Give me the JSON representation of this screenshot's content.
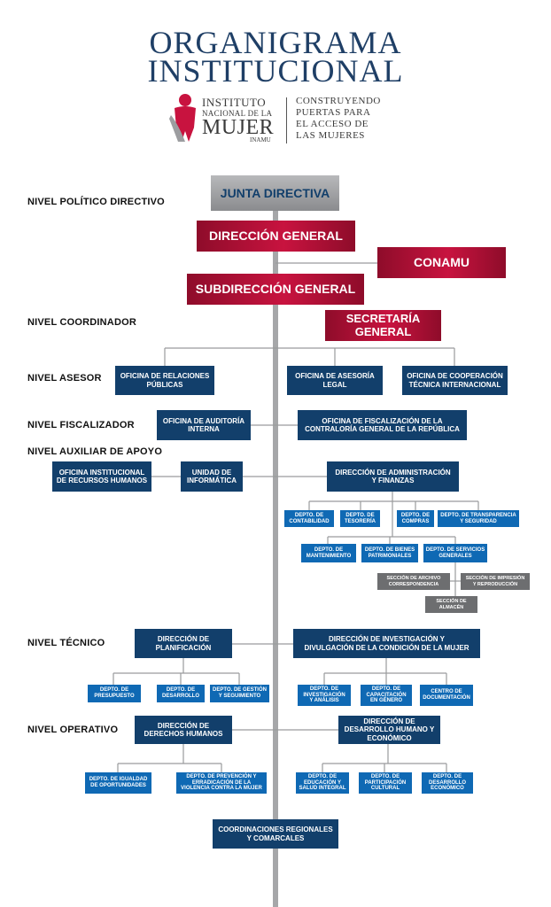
{
  "header": {
    "title_line1": "ORGANIGRAMA",
    "title_line2": "INSTITUCIONAL",
    "logo": {
      "name_line1": "INSTITUTO",
      "name_line2": "NACIONAL DE LA",
      "name_line3": "MUJER",
      "acronym": "INAMU",
      "slogan_line1": "CONSTRUYENDO",
      "slogan_line2": "PUERTAS PARA",
      "slogan_line3": "EL ACCESO DE",
      "slogan_line4": "LAS MUJERES"
    }
  },
  "levels": {
    "politico": "NIVEL POLÍTICO DIRECTIVO",
    "coordinador": "NIVEL COORDINADOR",
    "asesor": "NIVEL ASESOR",
    "fiscalizador": "NIVEL FISCALIZADOR",
    "apoyo": "NIVEL AUXILIAR DE APOYO",
    "tecnico": "NIVEL TÉCNICO",
    "operativo": "NIVEL OPERATIVO"
  },
  "units": {
    "junta": "JUNTA DIRECTIVA",
    "direccion_general": "DIRECCIÓN GENERAL",
    "conamu": "CONAMU",
    "subdireccion": "SUBDIRECCIÓN GENERAL",
    "secretaria_1": "SECRETARÍA",
    "secretaria_2": "GENERAL",
    "relaciones_1": "OFICINA DE RELACIONES",
    "relaciones_2": "PÚBLICAS",
    "asesoria_1": "OFICINA DE ASESORÍA",
    "asesoria_2": "LEGAL",
    "cooperacion_1": "OFICINA DE COOPERACIÓN",
    "cooperacion_2": "TÉCNICA INTERNACIONAL",
    "auditoria_1": "OFICINA DE AUDITORÍA",
    "auditoria_2": "INTERNA",
    "fiscalizacion_1": "OFICINA DE FISCALIZACIÓN DE LA",
    "fiscalizacion_2": "CONTRALORÍA GENERAL DE LA REPÚBLICA",
    "rrhh_1": "OFICINA INSTITUCIONAL",
    "rrhh_2": "DE RECURSOS HUMANOS",
    "informatica_1": "UNIDAD DE",
    "informatica_2": "INFORMÁTICA",
    "administracion_1": "DIRECCIÓN DE ADMINISTRACIÓN",
    "administracion_2": "Y FINANZAS",
    "contabilidad_1": "DEPTO. DE",
    "contabilidad_2": "CONTABILIDAD",
    "tesoreria_1": "DEPTO. DE",
    "tesoreria_2": "TESORERÍA",
    "compras_1": "DEPTO. DE",
    "compras_2": "COMPRAS",
    "transparencia_1": "DEPTO. DE TRANSPARENCIA",
    "transparencia_2": "Y SEGURIDAD",
    "mantenimiento_1": "DEPTO. DE",
    "mantenimiento_2": "MANTENIMIENTO",
    "bienes_1": "DEPTO. DE BIENES",
    "bienes_2": "PATRIMONIALES",
    "servicios_1": "DEPTO. DE SERVICIOS",
    "servicios_2": "GENERALES",
    "archivo_1": "SECCIÓN DE ARCHIVO",
    "archivo_2": "CORRESPONDENCIA",
    "impresion_1": "SECCIÓN DE IMPRESIÓN",
    "impresion_2": "Y REPRODUCCIÓN",
    "almacen_1": "SECCIÓN DE",
    "almacen_2": "ALMACÉN",
    "planificacion_1": "DIRECCIÓN DE",
    "planificacion_2": "PLANIFICACIÓN",
    "investigacion_1": "DIRECCIÓN DE INVESTIGACIÓN Y",
    "investigacion_2": "DIVULGACIÓN DE LA CONDICIÓN DE LA MUJER",
    "presupuesto_1": "DEPTO. DE",
    "presupuesto_2": "PRESUPUESTO",
    "desarrollo_1": "DEPTO. DE",
    "desarrollo_2": "DESARROLLO",
    "gestion_1": "DEPTO. DE GESTIÓN",
    "gestion_2": "Y SEGUIMIENTO",
    "inv_analisis_1": "DEPTO. DE",
    "inv_analisis_2": "INVESTIGACIÓN",
    "inv_analisis_3": "Y ANÁLISIS",
    "capacitacion_1": "DEPTO. DE",
    "capacitacion_2": "CAPACITACIÓN",
    "capacitacion_3": "EN GÉNERO",
    "documentacion_1": "CENTRO DE",
    "documentacion_2": "DOCUMENTACIÓN",
    "ddhh_1": "DIRECCIÓN DE",
    "ddhh_2": "DERECHOS HUMANOS",
    "dhe_1": "DIRECCIÓN DE",
    "dhe_2": "DESARROLLO HUMANO Y",
    "dhe_3": "ECONÓMICO",
    "igualdad_1": "DEPTO. DE IGUALDAD",
    "igualdad_2": "DE OPORTUNIDADES",
    "prevencion_1": "DEPTO. DE PREVENCIÓN Y",
    "prevencion_2": "ERRADICACIÓN DE LA",
    "prevencion_3": "VIOLENCIA CONTRA LA MUJER",
    "educacion_1": "DEPTO. DE",
    "educacion_2": "EDUCACIÓN Y",
    "educacion_3": "SALUD INTEGRAL",
    "participacion_1": "DEPTO. DE",
    "participacion_2": "PARTICIPACIÓN",
    "participacion_3": "CULTURAL",
    "economico_1": "DEPTO. DE",
    "economico_2": "DESARROLLO",
    "economico_3": "ECONÓMICO",
    "coordinaciones_1": "COORDINACIONES REGIONALES",
    "coordinaciones_2": "Y COMARCALES"
  },
  "colors": {
    "navy": "#123f6b",
    "bright_blue": "#0f69b4",
    "crimson": "#c8133f",
    "grey": "#6d6e70",
    "title_blue": "#1f3f66"
  }
}
